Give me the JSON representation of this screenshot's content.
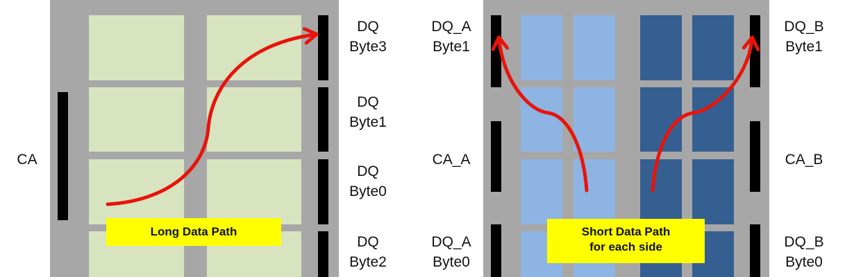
{
  "colors": {
    "die_background": "#a7a7a7",
    "long_path_bank": "#d8e4bf",
    "side_a_bank": "#8eb4e3",
    "side_b_bank": "#355f91",
    "pad": "#000000",
    "arrow": "#e8140c",
    "callout": "#ffff00"
  },
  "left_die": {
    "ca_label": "CA",
    "dq_labels": [
      {
        "line1": "DQ",
        "line2": "Byte3"
      },
      {
        "line1": "DQ",
        "line2": "Byte1"
      },
      {
        "line1": "DQ",
        "line2": "Byte0"
      },
      {
        "line1": "DQ",
        "line2": "Byte2"
      }
    ],
    "callout": "Long Data Path"
  },
  "right_die": {
    "side_a": {
      "top": {
        "line1": "DQ_A",
        "line2": "Byte1"
      },
      "ca": "CA_A",
      "bottom": {
        "line1": "DQ_A",
        "line2": "Byte0"
      }
    },
    "side_b": {
      "top": {
        "line1": "DQ_B",
        "line2": "Byte1"
      },
      "ca": "CA_B",
      "bottom": {
        "line1": "DQ_B",
        "line2": "Byte0"
      }
    },
    "callout": {
      "line1": "Short Data Path",
      "line2": "for each side"
    }
  }
}
